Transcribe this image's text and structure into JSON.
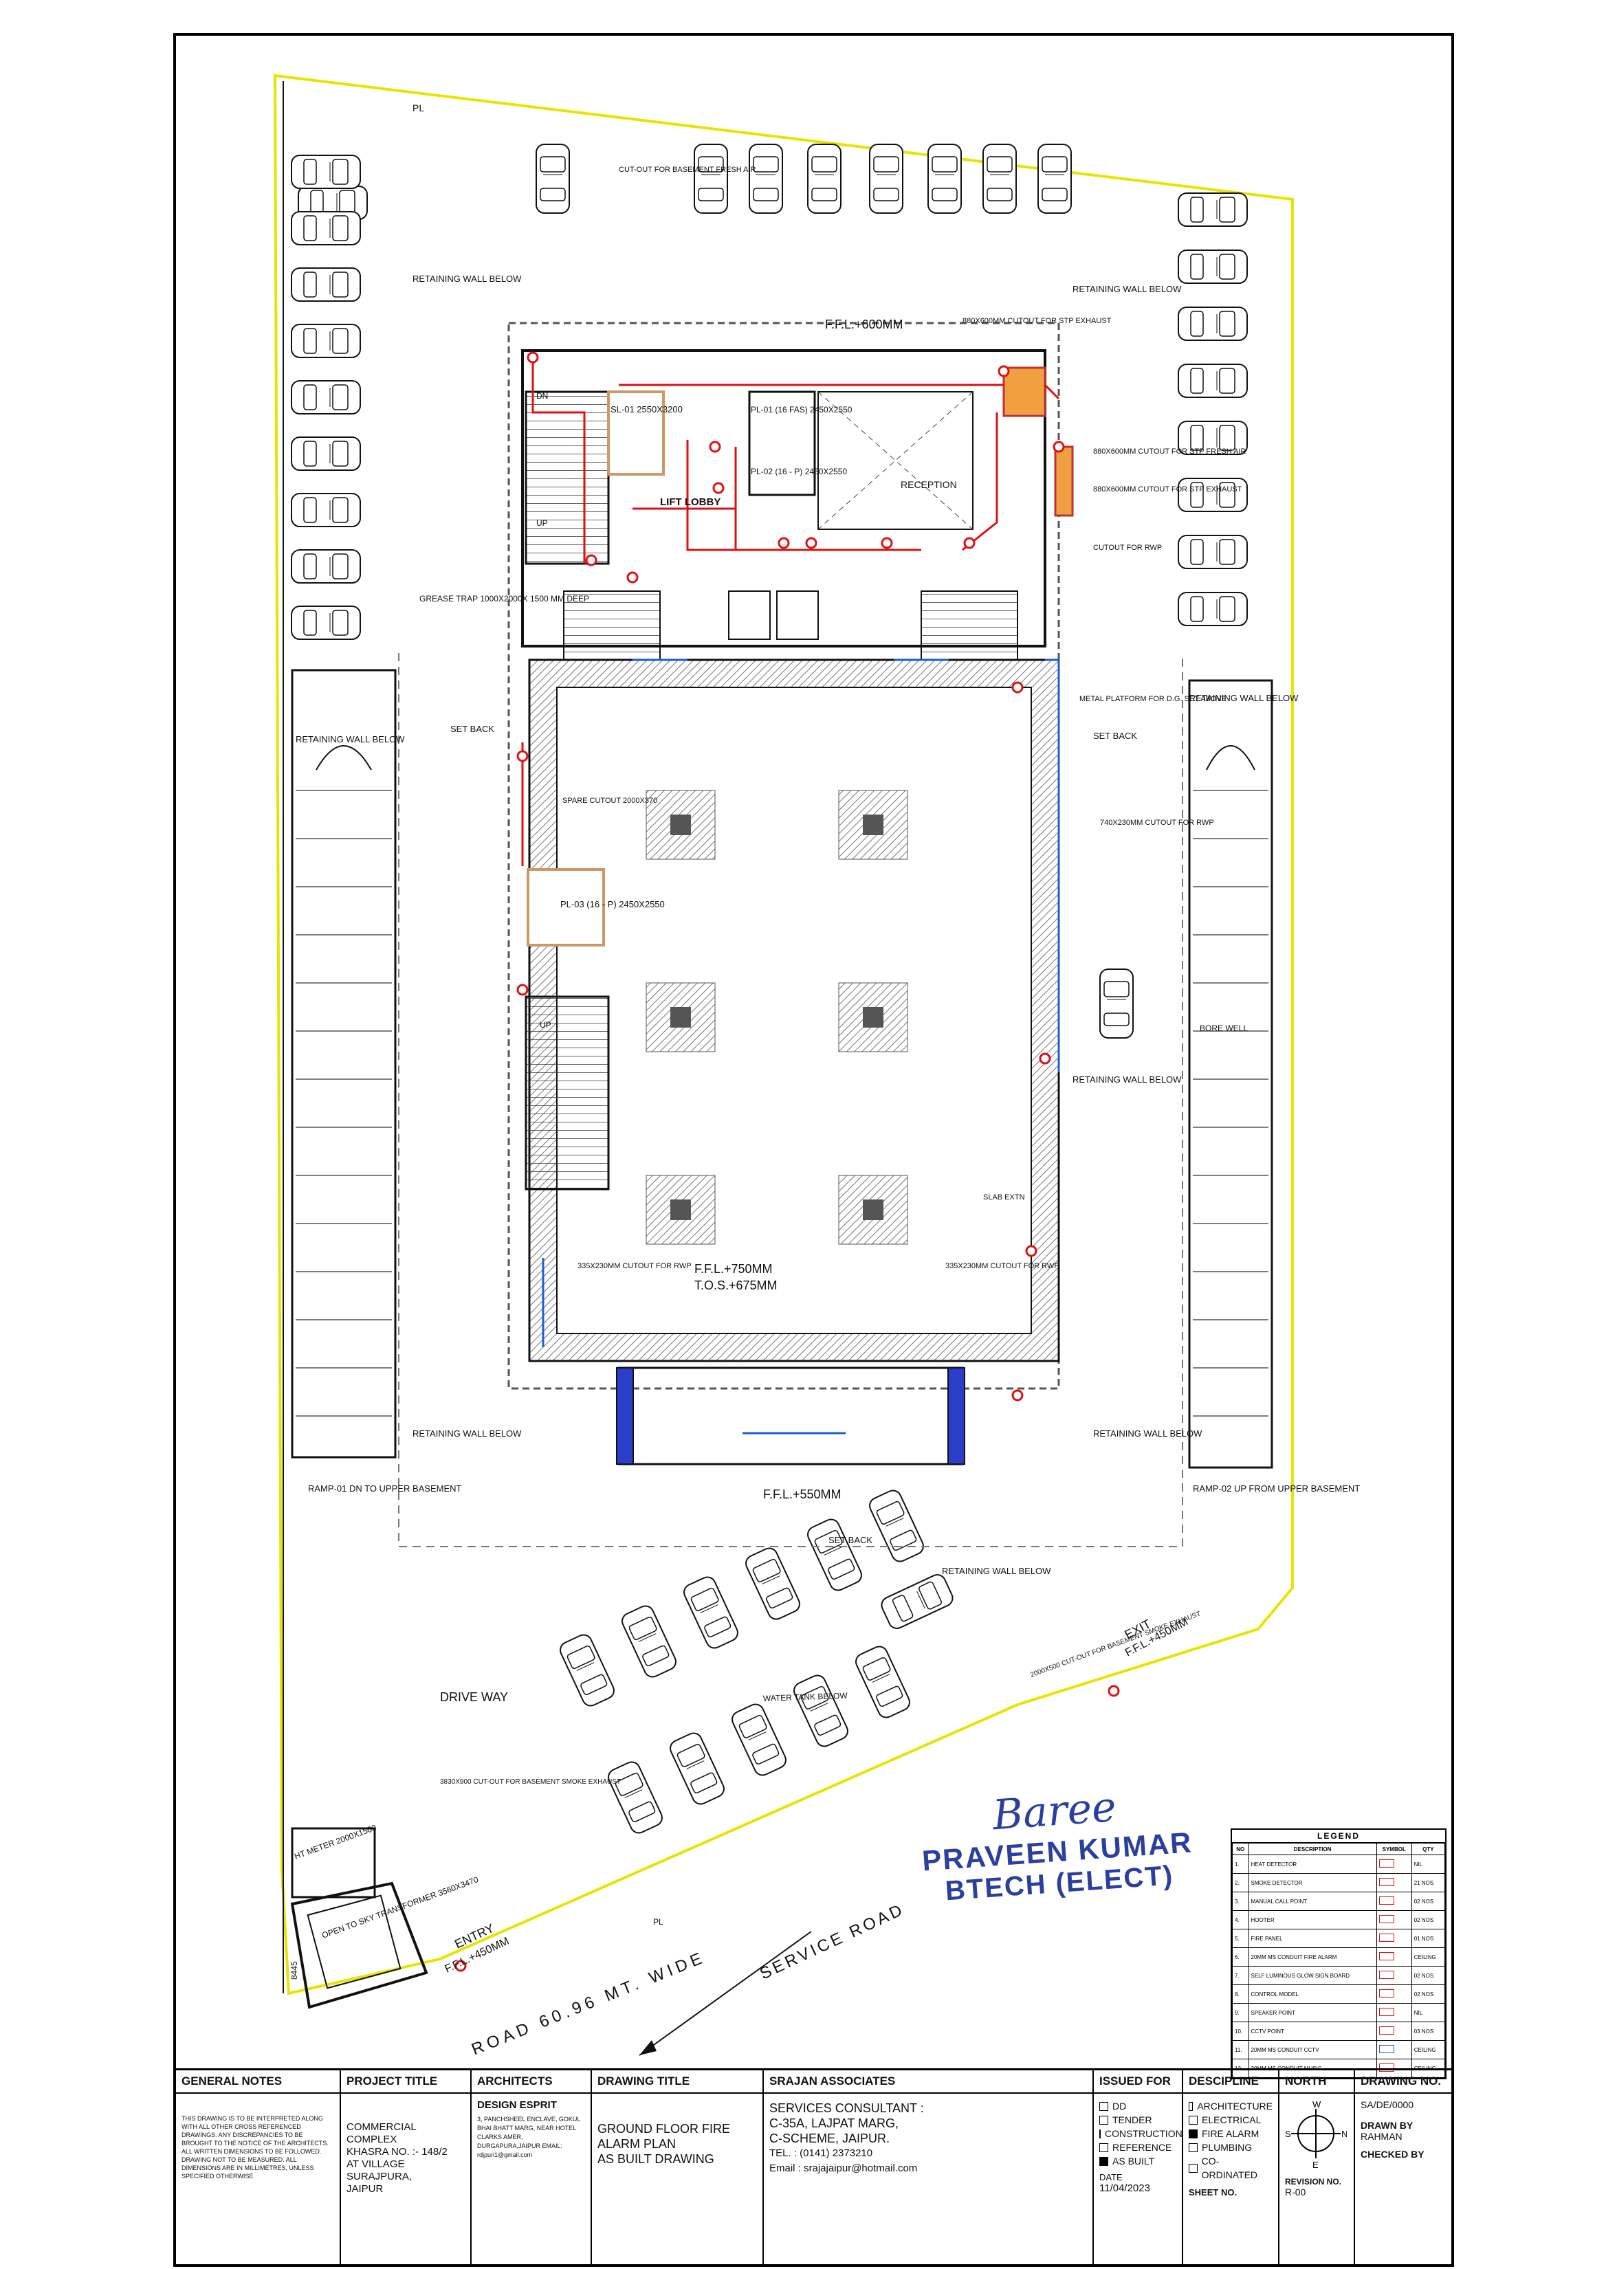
{
  "drawing": {
    "labels": {
      "pl": "PL",
      "cutout_basement_fresh_air": "CUT-OUT FOR BASEMENT FRESH AIR",
      "ffl_600": "F.F.L.+600MM",
      "cutout_stp_exhaust": "880X600MM CUTOUT FOR STP EXHAUST",
      "cutout_stp_fresh_air": "880X600MM CUTOUT FOR STP FRESH AIR",
      "cutout_stp_exhaust_2": "880X600MM CUTOUT FOR STP EXHAUST",
      "cutout_rwp": "CUTOUT FOR RWP",
      "retaining_wall_below": "RETAINING WALL BELOW",
      "grease_trap": "GREASE TRAP 1000X2000X 1500 MM DEEP",
      "sl01": "SL-01 2550X3200",
      "pl01": "PL-01 (16 FAS) 2450X2550",
      "pl02": "PL-02 (16 - P) 2450X2550",
      "lift_lobby": "LIFT LOBBY",
      "reception": "RECEPTION",
      "dn": "DN",
      "up": "UP",
      "set_back": "SET BACK",
      "metal_platform": "METAL PLATFORM FOR D.G. SET ABOVE",
      "spare_cutout": "SPARE CUTOUT 2000X370",
      "pl03": "PL-03 (16 - P) 2450X2550",
      "cutout_740": "740X230MM CUTOUT FOR RWP",
      "bore_well": "BORE WELL",
      "slab_extn": "SLAB EXTN",
      "cutout_335": "335X230MM CUTOUT FOR RWP",
      "ffl_750": "F.F.L.+750MM",
      "tos_675": "T.O.S.+675MM",
      "ffl_550": "F.F.L.+550MM",
      "ramp01": "RAMP-01 DN TO UPPER BASEMENT",
      "ramp02": "RAMP-02 UP FROM UPPER BASEMENT",
      "exit": "EXIT",
      "ffl_450": "F.F.L.+450MM",
      "cutout_dg_smoke": "2000X500 CUT-OUT FOR BASEMENT SMOKE EXHAUST",
      "water_tank": "WATER TANK BELOW",
      "drive_way": "DRIVE WAY",
      "cutout_3830": "3830X900 CUT-OUT FOR BASEMENT SMOKE EXHAUST",
      "ht_meter": "HT METER 2000X1500",
      "transformer": "OPEN TO SKY TRANSFORMER 3560X3470",
      "entry": "ENTRY",
      "road": "ROAD 60.96 MT. WIDE",
      "service_road": "SERVICE ROAD",
      "dim_8445": "8445"
    }
  },
  "stamp": {
    "signature": "Baree",
    "name": "PRAVEEN KUMAR",
    "qualification": "BTECH (ELECT)"
  },
  "legend": {
    "title": "LEGEND",
    "headers": [
      "NO",
      "DESCRIPTION",
      "SYMBOL",
      "QTY"
    ],
    "rows": [
      {
        "no": "1.",
        "desc": "HEAT DETECTOR",
        "qty": "NIL",
        "color": "#d11"
      },
      {
        "no": "2.",
        "desc": "SMOKE DETECTOR",
        "qty": "21 NOS",
        "color": "#d11"
      },
      {
        "no": "3.",
        "desc": "MANUAL CALL POINT",
        "qty": "02 NOS",
        "color": "#d11"
      },
      {
        "no": "4.",
        "desc": "HOOTER",
        "qty": "02 NOS",
        "color": "#d11"
      },
      {
        "no": "5.",
        "desc": "FIRE PANEL",
        "qty": "01 NOS",
        "color": "#d11"
      },
      {
        "no": "6.",
        "desc": "20MM MS CONDUIT FIRE ALARM",
        "qty": "CEILING",
        "color": "#d11"
      },
      {
        "no": "7.",
        "desc": "SELF LUMINOUS GLOW SIGN BOARD",
        "qty": "02 NOS",
        "color": "#d11"
      },
      {
        "no": "8.",
        "desc": "CONTROL MODEL",
        "qty": "02 NOS",
        "color": "#d11"
      },
      {
        "no": "9.",
        "desc": "SPEAKER POINT",
        "qty": "NIL",
        "color": "#d11"
      },
      {
        "no": "10.",
        "desc": "CCTV POINT",
        "qty": "03 NOS",
        "color": "#d11"
      },
      {
        "no": "11.",
        "desc": "20MM MS CONDUIT CCTV",
        "qty": "CEILING",
        "color": "#1c5fd1"
      },
      {
        "no": "12.",
        "desc": "20MM MS CONDUIT MUSIC",
        "qty": "CEILING",
        "color": "#d11"
      }
    ]
  },
  "title_block": {
    "general_notes": {
      "heading": "GENERAL NOTES",
      "text": "THIS DRAWING IS TO BE INTERPRETED ALONG WITH ALL OTHER CROSS REFERENCED DRAWINGS. ANY DISCREPANCIES TO BE BROUGHT TO THE NOTICE OF THE ARCHITECTS. ALL WRITTEN DIMENSIONS TO BE FOLLOWED. DRAWING NOT TO BE MEASURED. ALL DIMENSIONS ARE IN MILLIMETRES, UNLESS SPECIFIED OTHERWISE"
    },
    "project": {
      "heading": "PROJECT TITLE",
      "line1": "COMMERCIAL COMPLEX",
      "line2": "KHASRA NO. :- 148/2",
      "line3": "AT VILLAGE SURAJPURA,",
      "line4": "JAIPUR"
    },
    "architects": {
      "heading": "ARCHITECTS",
      "name": "DESIGN ESPRIT",
      "address": "3, PANCHSHEEL ENCLAVE, GOKUL BHAI BHATT MARG, NEAR HOTEL CLARKS AMER, DURGAPURA,JAIPUR EMAIL: rdjpuri1@gmail.com"
    },
    "drawing_title": {
      "heading": "DRAWING TITLE",
      "line1": "GROUND FLOOR FIRE",
      "line2": "ALARM PLAN",
      "line3": "AS BUILT DRAWING"
    },
    "consultant": {
      "heading": "SRAJAN ASSOCIATES",
      "line1": "SERVICES CONSULTANT :",
      "line2": "C-35A, LAJPAT MARG,",
      "line3": "C-SCHEME, JAIPUR.",
      "line4": "TEL. : (0141) 2373210",
      "line5": "Email : srajajaipur@hotmail.com"
    },
    "issued_for": {
      "heading": "ISSUED FOR",
      "items": [
        {
          "label": "DD",
          "checked": false
        },
        {
          "label": "TENDER",
          "checked": false
        },
        {
          "label": "CONSTRUCTION",
          "checked": false
        },
        {
          "label": "REFERENCE",
          "checked": false
        },
        {
          "label": "AS BUILT",
          "checked": true
        }
      ],
      "date_label": "DATE",
      "date": "11/04/2023"
    },
    "discipline": {
      "heading": "DESCIPLINE",
      "items": [
        {
          "label": "ARCHITECTURE",
          "checked": false
        },
        {
          "label": "ELECTRICAL",
          "checked": false
        },
        {
          "label": "FIRE ALARM",
          "checked": true
        },
        {
          "label": "PLUMBING",
          "checked": false
        },
        {
          "label": "CO-ORDINATED",
          "checked": false
        }
      ],
      "sheet_label": "SHEET NO."
    },
    "north": {
      "heading": "NORTH",
      "n": "N",
      "s": "S",
      "e": "E",
      "w": "W",
      "revision_label": "REVISION NO.",
      "revision": "R-00"
    },
    "drawing_no": {
      "heading": "DRAWING NO.",
      "value": "SA/DE/0000",
      "drawn_label": "DRAWN BY",
      "drawn_by": "RAHMAN",
      "checked_label": "CHECKED BY"
    }
  },
  "colors": {
    "fire_alarm": "#d11",
    "cctv": "#1c5fd1",
    "boundary": "#e8e400",
    "linework": "#111111"
  }
}
